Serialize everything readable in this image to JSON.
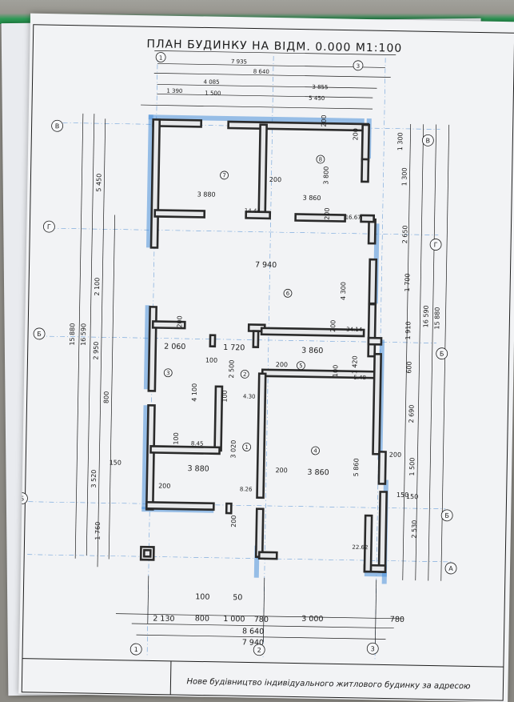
{
  "title": "ПЛАН БУДИНКУ НА ВІДМ. 0.000 М1:100",
  "title_block_text": "Нове будівництво індивідуального житлового будинку за адресою",
  "axes_x": [
    "1",
    "2",
    "3"
  ],
  "axes_y": [
    "В",
    "Г",
    "Б",
    "Б",
    "А"
  ],
  "rooms": [
    {
      "num": "7",
      "area": "14.44"
    },
    {
      "num": "8",
      "area": "16.67"
    },
    {
      "num": "6",
      "area": "34.14"
    },
    {
      "num": "5",
      "area": "5.48"
    },
    {
      "num": "3",
      "area": "8.45"
    },
    {
      "num": "2",
      "area": "4.30"
    },
    {
      "num": "1",
      "area": "8.26"
    },
    {
      "num": "4",
      "area": "22.62"
    }
  ],
  "dims_top": [
    "7 935",
    "8 640",
    "4 085",
    "3 855",
    "1 390",
    "1 500",
    "5 450"
  ],
  "dims_bottom": [
    "100",
    "50",
    "2 130",
    "800",
    "1 000",
    "780",
    "3 000",
    "780",
    "8 640",
    "7 940"
  ],
  "dims_left": [
    "15 880",
    "16 590",
    "5 450",
    "2 100",
    "2 950",
    "800",
    "3 520",
    "150",
    "1 760"
  ],
  "dims_right": [
    "1 300",
    "1 300",
    "2 650",
    "1 700",
    "1 910",
    "16 590",
    "15 880",
    "600",
    "2 690",
    "1 500",
    "150",
    "2 530"
  ],
  "dims_inner": [
    "3 880",
    "200",
    "3 860",
    "3 800",
    "200",
    "200",
    "7 940",
    "4 300",
    "200",
    "200",
    "2 060",
    "1 720",
    "3 860",
    "100",
    "2 500",
    "200",
    "100",
    "1 420",
    "4 100",
    "100",
    "100",
    "3 020",
    "3 880",
    "200",
    "3 860",
    "5 860",
    "200",
    "200",
    "200",
    "150",
    "200"
  ]
}
